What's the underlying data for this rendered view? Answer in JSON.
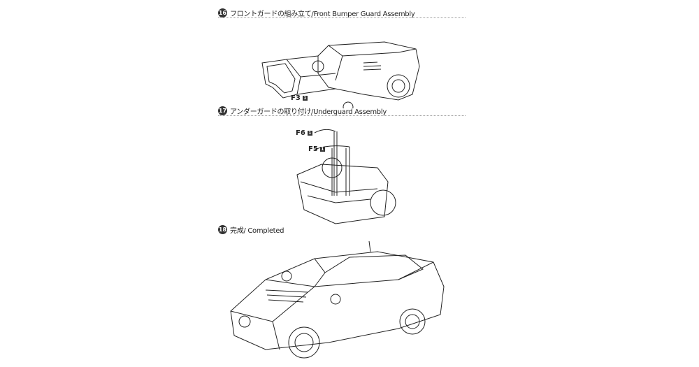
{
  "steps": [
    {
      "number": "16",
      "title": "フロントガードの組み立て/Front Bumper Guard Assembly",
      "parts": [
        {
          "id": "F3",
          "qty": "1"
        }
      ]
    },
    {
      "number": "17",
      "title": "アンダーガードの取り付け/Underguard Assembly",
      "parts": [
        {
          "id": "F6",
          "qty": "1"
        },
        {
          "id": "F5",
          "qty": "1"
        }
      ]
    },
    {
      "number": "18",
      "title": "完成/ Completed",
      "parts": []
    }
  ]
}
